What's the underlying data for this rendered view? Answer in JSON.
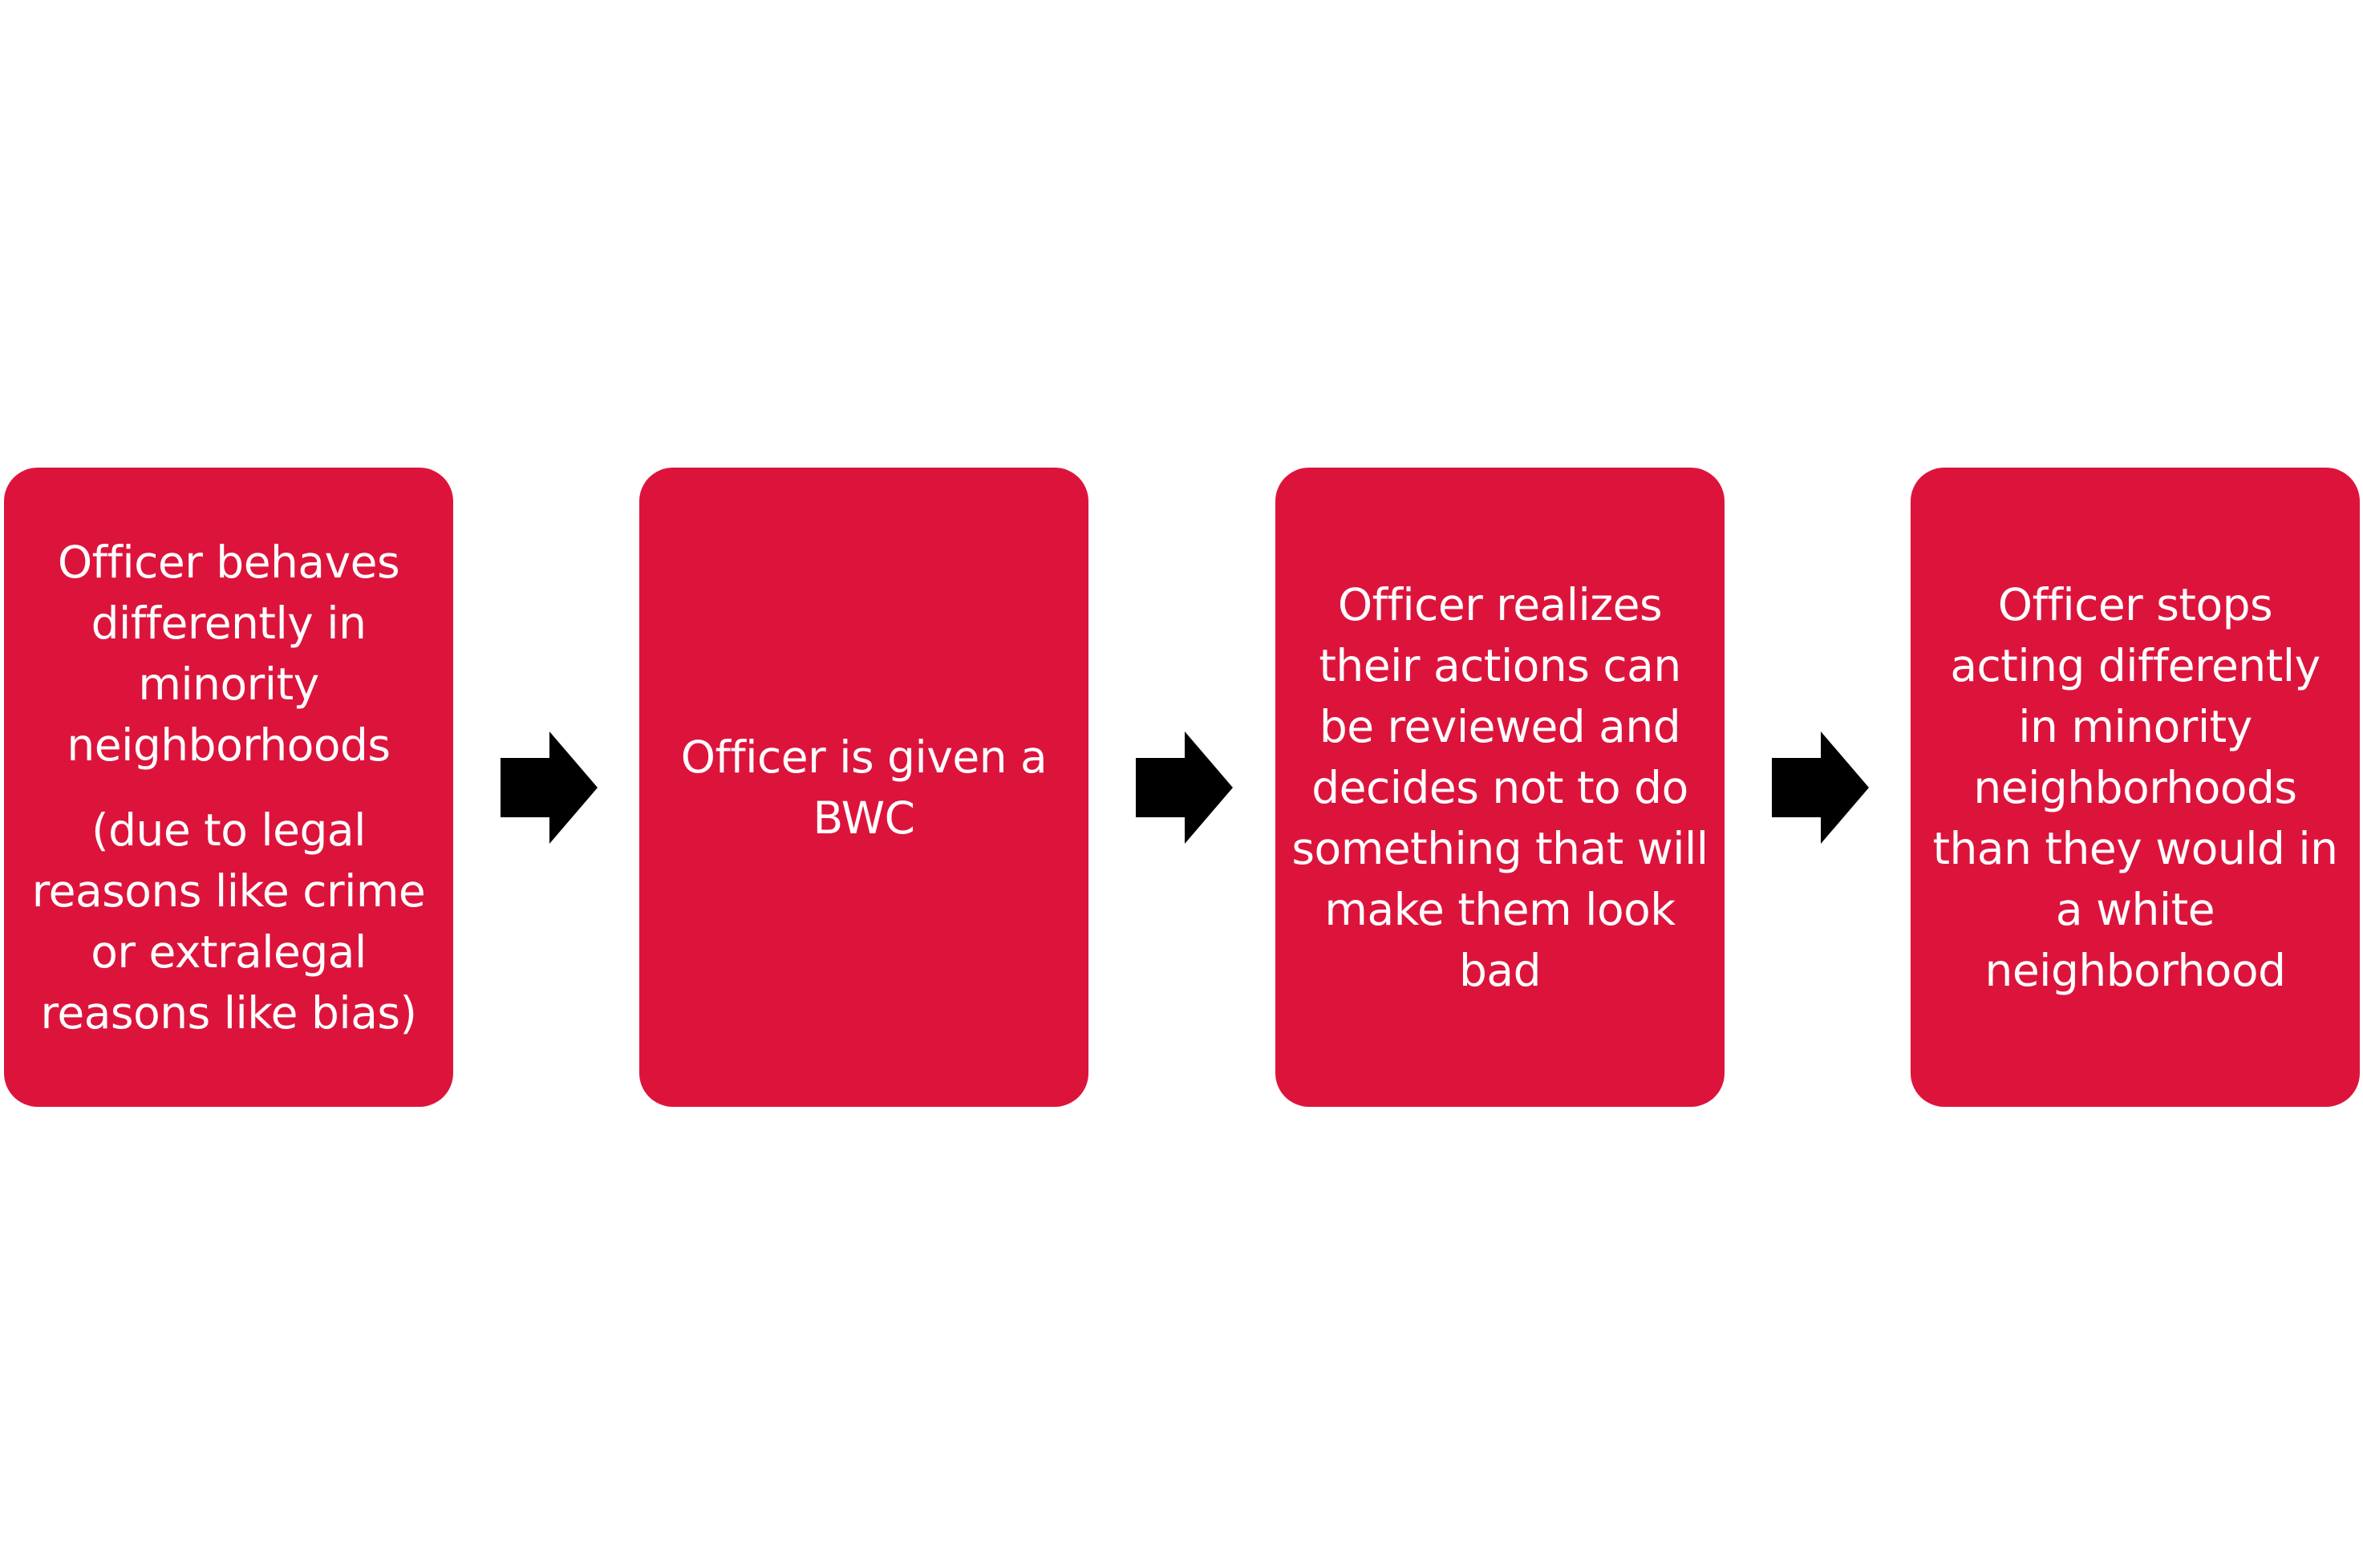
{
  "colors": {
    "box_fill": "#DC143C",
    "box_text": "#FFFFFF",
    "arrow_fill": "#000000",
    "background": "#FFFFFF"
  },
  "steps": [
    {
      "lines": [
        "Officer behaves differently in minority neighborhoods",
        "(due to legal reasons like crime or extralegal reasons like bias)"
      ]
    },
    {
      "lines": [
        "Officer is given a BWC"
      ]
    },
    {
      "lines": [
        "Officer realizes their actions can be reviewed and decides not to do something that will make them look bad"
      ]
    },
    {
      "lines": [
        "Officer stops acting differently in minority neighborhoods than they would in a white neighborhood"
      ]
    }
  ],
  "connectors": [
    {
      "from": 1,
      "to": 2,
      "icon": "right-arrow-icon"
    },
    {
      "from": 2,
      "to": 3,
      "icon": "right-arrow-icon"
    },
    {
      "from": 3,
      "to": 4,
      "icon": "right-arrow-icon"
    }
  ]
}
